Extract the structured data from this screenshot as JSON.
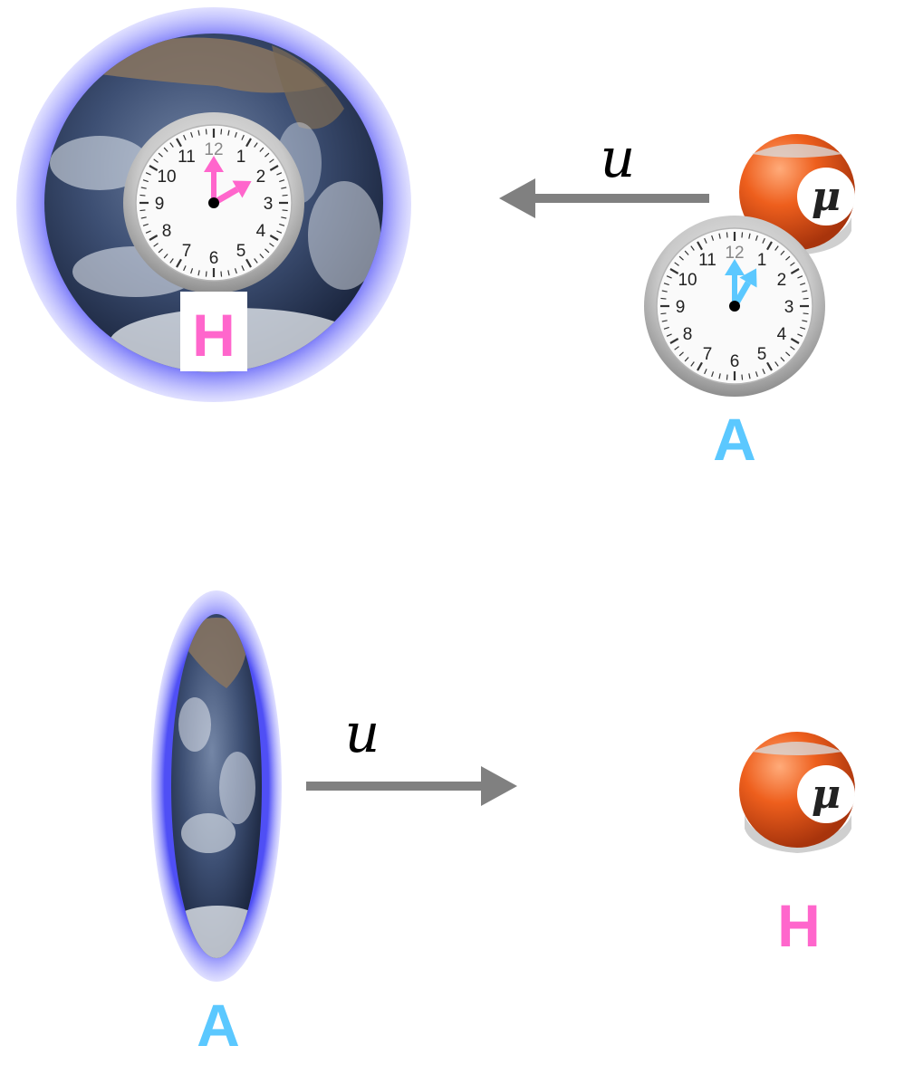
{
  "top_panel": {
    "earth_label": "H",
    "velocity_label": "u",
    "muon_symbol": "μ",
    "muon_label": "A",
    "earth_clock": {
      "hour": 2,
      "minute": 0
    },
    "muon_clock": {
      "hour": 1,
      "minute": 0
    }
  },
  "bottom_panel": {
    "earth_label": "A",
    "velocity_label": "u",
    "muon_symbol": "μ",
    "muon_label": "H"
  },
  "clock_numerals": [
    "12",
    "1",
    "2",
    "3",
    "4",
    "5",
    "6",
    "7",
    "8",
    "9",
    "10",
    "11"
  ],
  "colors": {
    "earth_frame": "#ff66cc",
    "muon_frame": "#5bc8ff",
    "arrow": "#808080",
    "glow": "#5b5bff",
    "muon_ball": "#e8531c"
  }
}
